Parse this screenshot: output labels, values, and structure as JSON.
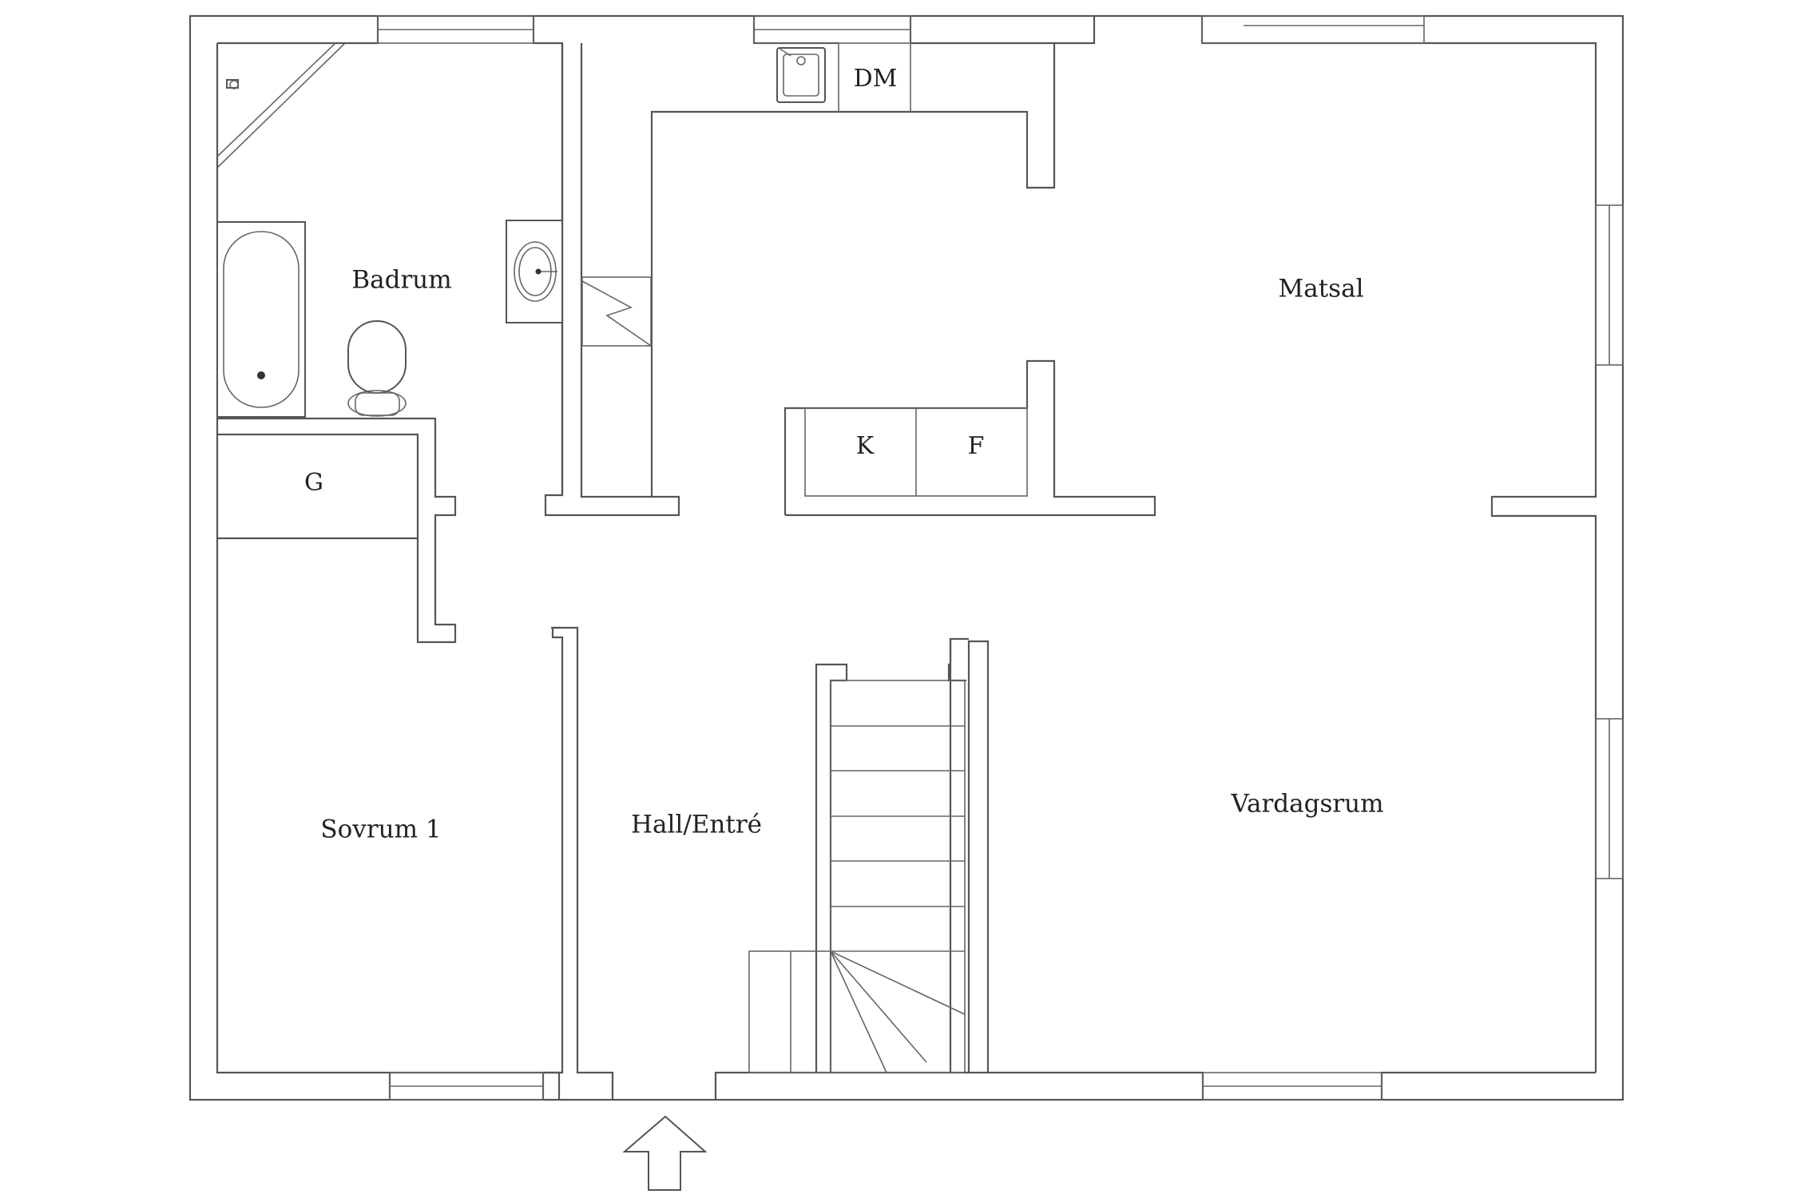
{
  "rooms": {
    "badrum": "Badrum",
    "matsal": "Matsal",
    "sovrum": "Sovrum 1",
    "hall": "Hall/Entré",
    "vardagsrum": "Vardagsrum"
  },
  "fixtures": {
    "dishwasher": "DM",
    "cupboard": "G",
    "fridge": "K",
    "freezer": "F"
  },
  "icons": [
    "entrance-arrow-icon",
    "stairs-icon",
    "bathtub-icon",
    "toilet-icon",
    "washbasin-icon",
    "kitchen-sink-icon",
    "shower-icon",
    "chimney-icon"
  ]
}
